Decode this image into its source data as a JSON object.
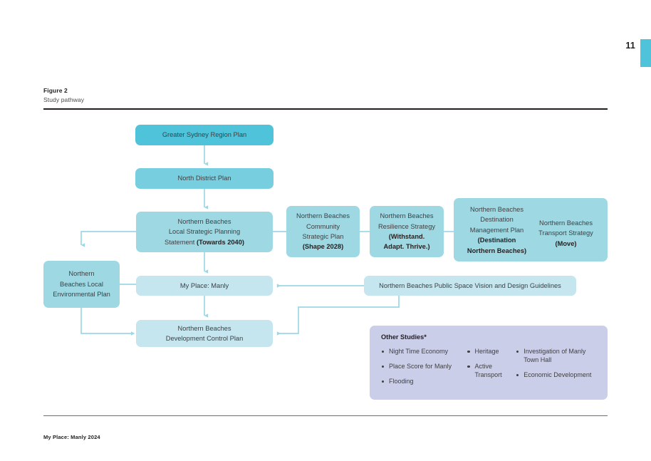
{
  "page": {
    "number": "11",
    "figure_label": "Figure 2",
    "figure_caption": "Study pathway",
    "footer": "My Place: Manly 2024",
    "accent_color": "#4FC3D9",
    "tier_colors": {
      "tier1": "#4FC3D9",
      "tier2": "#77CEDE",
      "tier3": "#9ED9E3",
      "tier4": "#C5E6EE",
      "studies": "#CBCEE8",
      "connector": "#9BD8E5"
    }
  },
  "diagram": {
    "nodes": {
      "greater_sydney_region_plan": {
        "line1": "Greater Sydney Region Plan"
      },
      "north_district_plan": {
        "line1": "North District Plan"
      },
      "lsps": {
        "line1": "Northern Beaches",
        "line2": "Local Strategic Planning",
        "line3": "Statement ",
        "line3_bold": "(Towards 2040)"
      },
      "community_strategic_plan": {
        "line1": "Northern Beaches",
        "line2": "Community",
        "line3": "Strategic Plan",
        "line4_bold": "(Shape 2028)"
      },
      "resilience_strategy": {
        "line1": "Northern Beaches",
        "line2": "Resilience Strategy",
        "line3_bold": "(Withstand.",
        "line4_bold": "Adapt. Thrive.)"
      },
      "destination_management_plan": {
        "line1": "Northern Beaches",
        "line2": "Destination",
        "line3": "Management Plan",
        "line4_bold": "(Destination",
        "line5_bold": "Northern Beaches)"
      },
      "transport_strategy": {
        "line1": "Northern Beaches",
        "line2": "Transport Strategy",
        "line3_bold": "(Move)"
      },
      "local_environmental_plan": {
        "line1": "Northern",
        "line2": "Beaches Local",
        "line3": "Environmental Plan"
      },
      "my_place_manly": {
        "line1": "My Place: Manly"
      },
      "development_control_plan": {
        "line1": "Northern Beaches",
        "line2": "Development Control Plan"
      },
      "public_space_vision": {
        "line1": "Northern Beaches Public Space Vision and Design Guidelines"
      }
    },
    "other_studies": {
      "title": "Other Studies*",
      "columns": [
        {
          "items": [
            "Night Time Economy",
            "Place Score for Manly",
            "Flooding"
          ]
        },
        {
          "items": [
            "Heritage",
            "Active Transport"
          ]
        },
        {
          "items": [
            "Investigation of Manly Town Hall",
            "Economic Development"
          ]
        }
      ]
    }
  }
}
